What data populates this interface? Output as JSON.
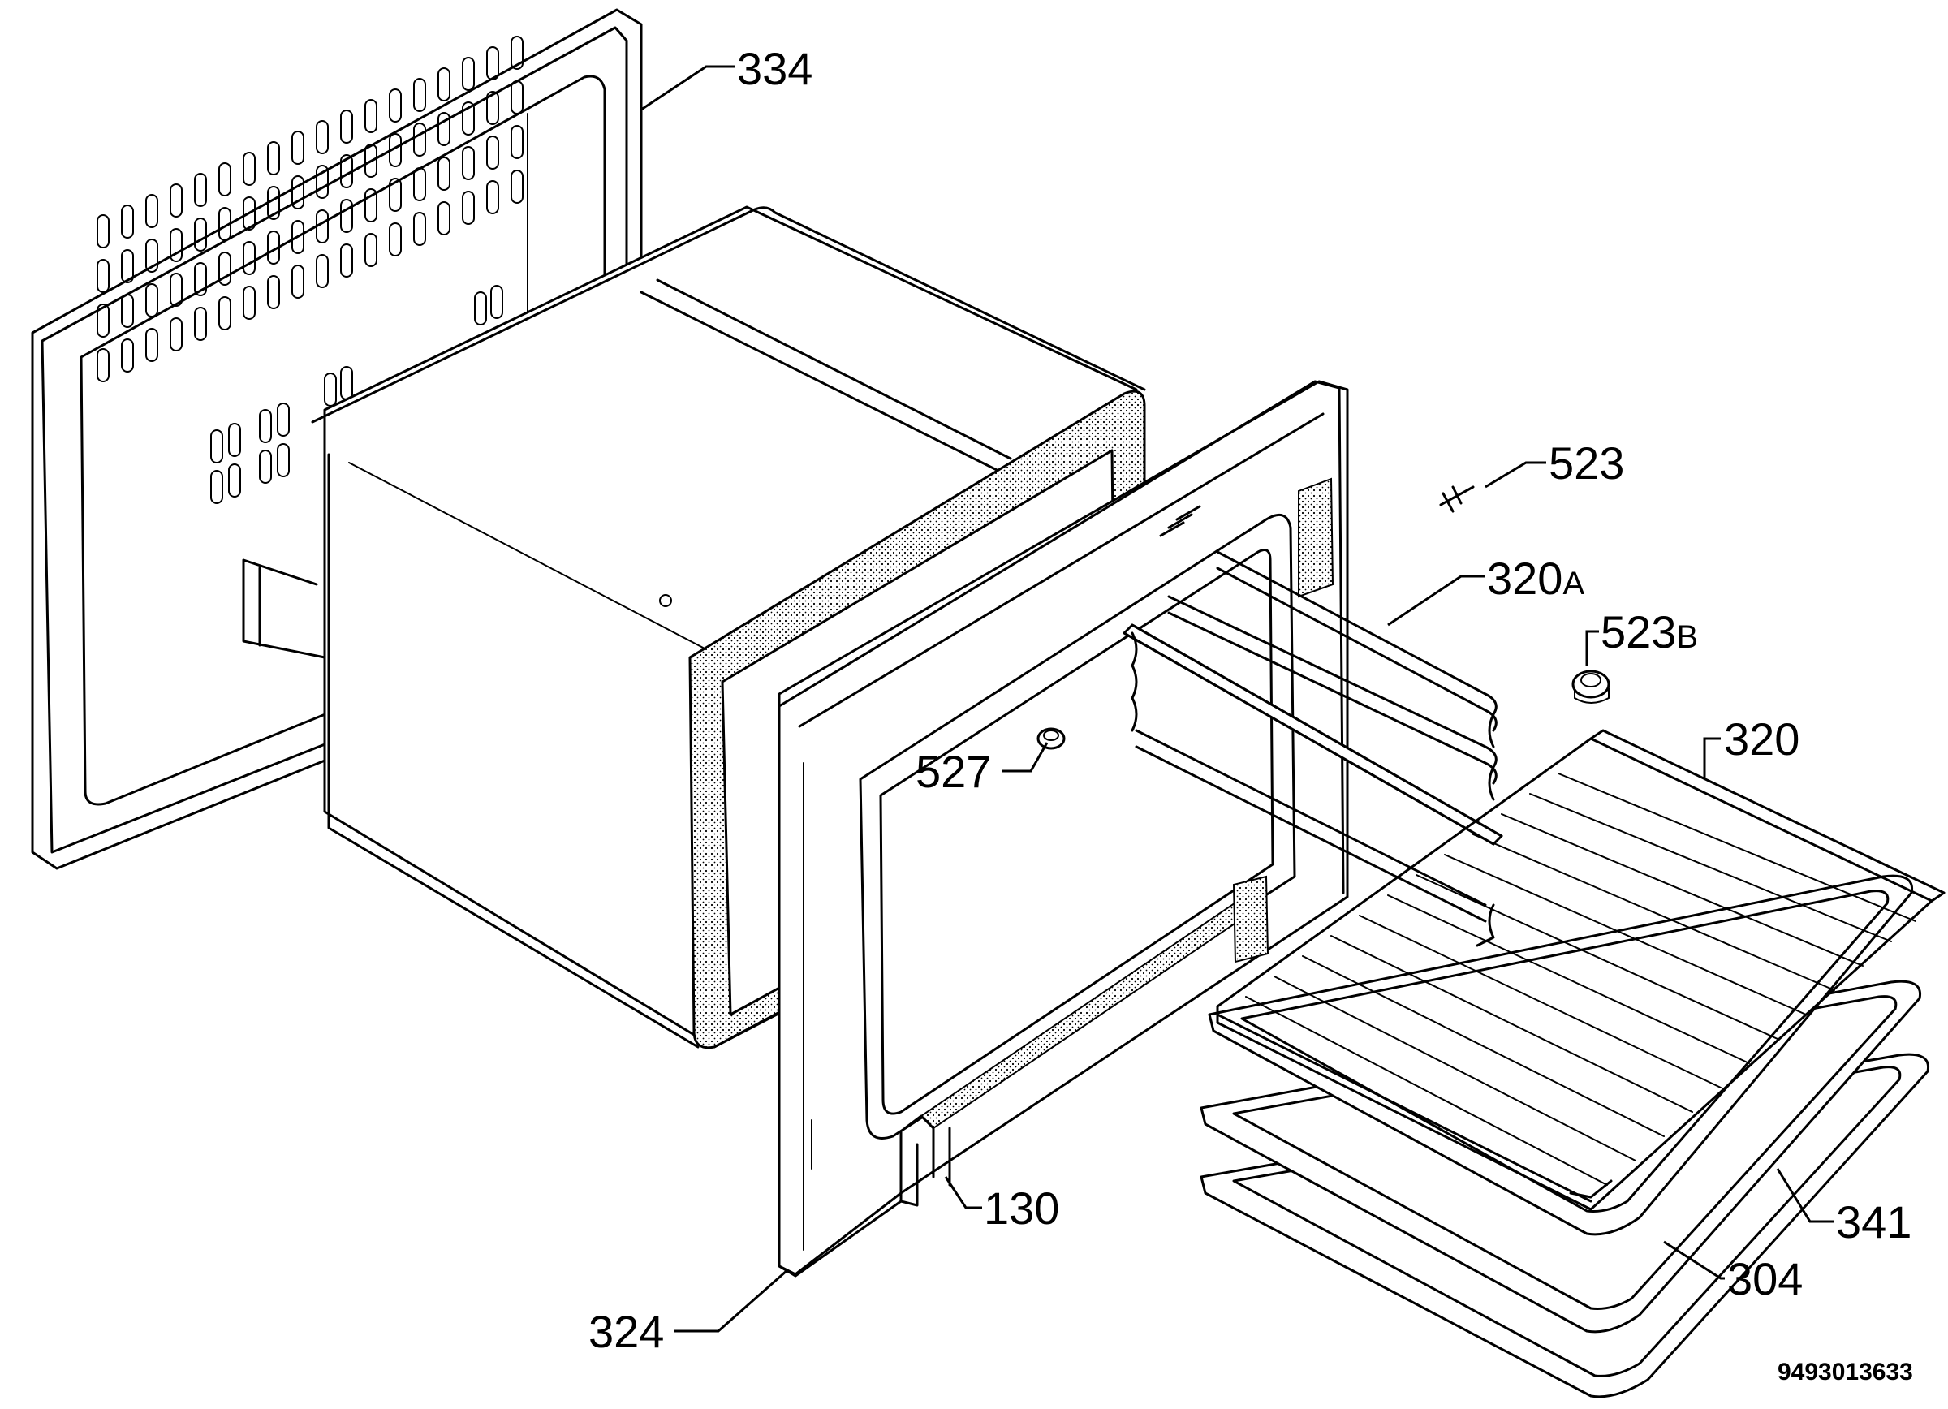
{
  "callouts": [
    {
      "id": "334",
      "text": "334",
      "sub": ""
    },
    {
      "id": "523",
      "text": "523",
      "sub": ""
    },
    {
      "id": "320a",
      "text": "320",
      "sub": "A"
    },
    {
      "id": "523b",
      "text": "523",
      "sub": "B"
    },
    {
      "id": "320",
      "text": "320",
      "sub": ""
    },
    {
      "id": "527",
      "text": "527",
      "sub": ""
    },
    {
      "id": "130",
      "text": "130",
      "sub": ""
    },
    {
      "id": "341",
      "text": "341",
      "sub": ""
    },
    {
      "id": "304",
      "text": "304",
      "sub": ""
    },
    {
      "id": "324",
      "text": "324",
      "sub": ""
    }
  ],
  "document_number": "9493013633"
}
